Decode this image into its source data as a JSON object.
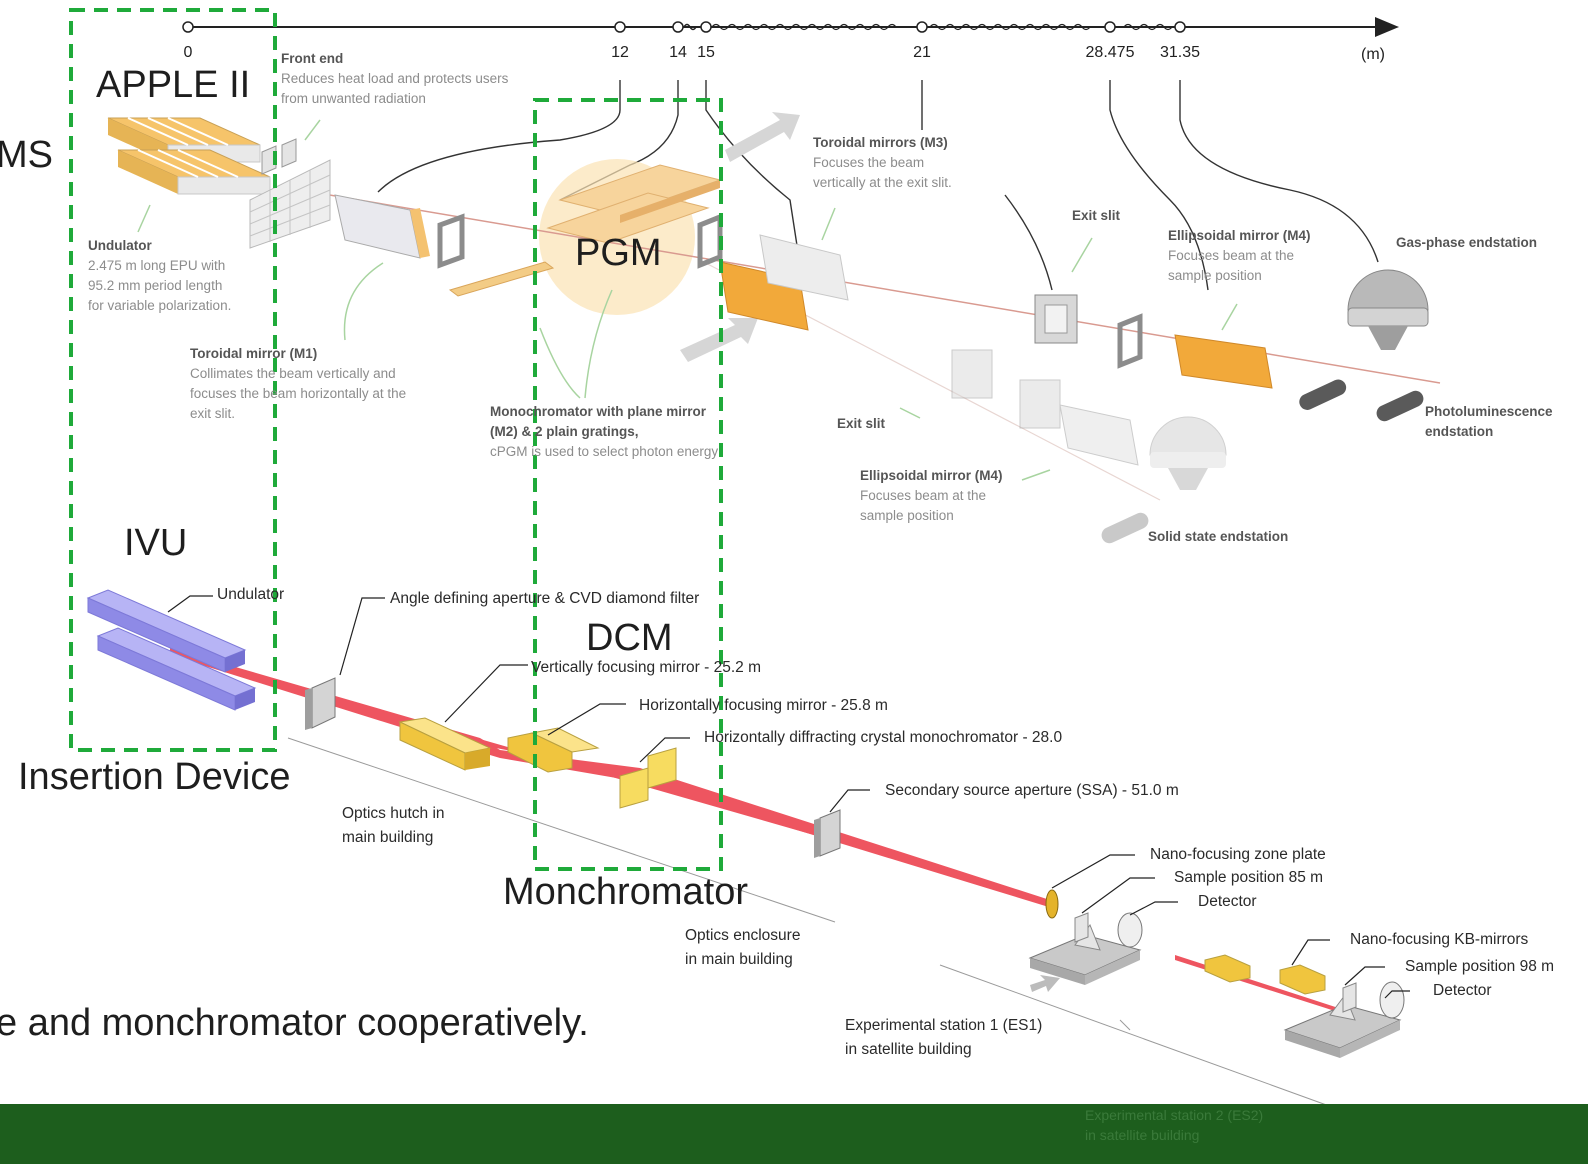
{
  "axis": {
    "unit": "(m)",
    "ticks": [
      "0",
      "12",
      "14",
      "15",
      "21",
      "28.475",
      "31.35"
    ]
  },
  "top_beamline": {
    "front_end": {
      "title": "Front end",
      "line1": "Reduces heat load and protects users",
      "line2": "from unwanted radiation"
    },
    "undulator": {
      "title": "Undulator",
      "line1": "2.475 m long EPU with",
      "line2": "95.2 mm period length",
      "line3": "for variable polarization."
    },
    "m1": {
      "title": "Toroidal mirror (M1)",
      "line1": "Collimates the beam vertically and",
      "line2": "focuses the beam horizontally at the",
      "line3": "exit slit."
    },
    "mono": {
      "title1": "Monochromator with plane mirror",
      "title2": "(M2) & 2 plain gratings,",
      "line1": "cPGM is used to select photon energy"
    },
    "m3": {
      "title": "Toroidal mirrors (M3)",
      "line1": "Focuses the beam",
      "line2": "vertically at the exit slit."
    },
    "exit_slit_a": "Exit slit",
    "exit_slit_b": "Exit slit",
    "m4_a": {
      "title": "Ellipsoidal mirror (M4)",
      "line1": "Focuses beam at the",
      "line2": "sample position"
    },
    "m4_b": {
      "title": "Ellipsoidal mirror (M4)",
      "line1": "Focuses beam at the",
      "line2": "sample position"
    },
    "gas_phase": "Gas-phase endstation",
    "photolum": {
      "line1": "Photoluminescence",
      "line2": "endstation"
    },
    "solid_state": "Solid state endstation"
  },
  "bottom_beamline": {
    "undulator": "Undulator",
    "aperture": "Angle defining aperture & CVD diamond filter",
    "vfm": "Vertically focusing mirror - 25.2 m",
    "hfm": "Horizontally focusing mirror - 25.8 m",
    "hdcm": "Horizontally diffracting crystal monochromator - 28.0",
    "ssa": "Secondary source aperture (SSA) - 51.0 m",
    "optics_hutch": {
      "line1": "Optics hutch in",
      "line2": "main building"
    },
    "optics_enclosure": {
      "line1": "Optics enclosure",
      "line2": "in main building"
    },
    "zone_plate": "Nano-focusing zone plate",
    "sample85": "Sample position 85 m",
    "detector1": "Detector",
    "kb": "Nano-focusing KB-mirrors",
    "sample98": "Sample position 98 m",
    "detector2": "Detector",
    "es1": {
      "line1": "Experimental station 1 (ES1)",
      "line2": "in satellite building"
    },
    "es2": {
      "line1": "Experimental station 2 (ES2)",
      "line2": "in satellite building"
    }
  },
  "overlay": {
    "apple": "APPLE II",
    "pgm": "PGM",
    "ivu": "IVU",
    "dcm": "DCM",
    "insertion_device": "Insertion Device",
    "monochromator": "Monchromator",
    "cut_left": "MS",
    "bottom_text": "e and monchromator cooperatively."
  },
  "colors": {
    "dash_green": "#1faa3a",
    "footer_green": "#1d5e1d",
    "beam_red": "#ee5560",
    "optic_yellow": "#f2cf4a",
    "optic_orange": "#f0a62a",
    "undulator_purple": "#9a97ee"
  }
}
